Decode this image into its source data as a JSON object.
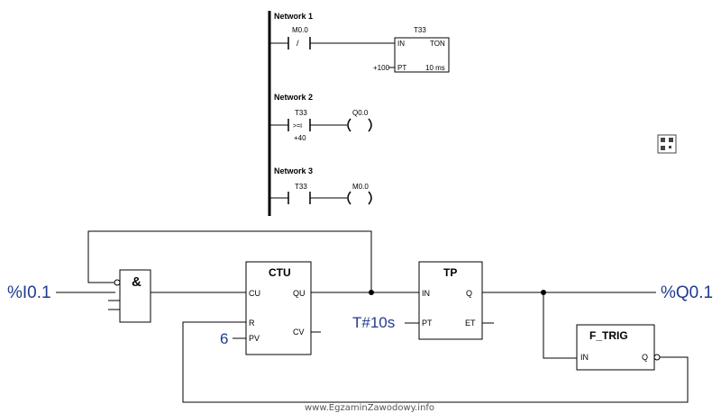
{
  "ladder": {
    "network1": {
      "title": "Network 1",
      "contact_addr": "M0.0",
      "contact_symbol": "/",
      "timer_name": "T33",
      "timer_in": "IN",
      "timer_type": "TON",
      "preset_value": "+100",
      "preset_pin": "PT",
      "resolution": "10 ms"
    },
    "network2": {
      "title": "Network 2",
      "compare_addr": "T33",
      "compare_symbol": ">=I",
      "compare_value": "+40",
      "coil_addr": "Q0.0"
    },
    "network3": {
      "title": "Network 3",
      "contact_addr": "T33",
      "coil_addr": "M0.0"
    }
  },
  "fbd": {
    "input_label": "%I0.1",
    "and_block": {
      "label": "&"
    },
    "ctu_block": {
      "title": "CTU",
      "pin_cu": "CU",
      "pin_qu": "QU",
      "pin_r": "R",
      "pin_pv": "PV",
      "pin_cv": "CV",
      "pv_value": "6"
    },
    "tp_block": {
      "title": "TP",
      "pin_in": "IN",
      "pin_q": "Q",
      "pin_pt": "PT",
      "pin_et": "ET",
      "pt_value": "T#10s"
    },
    "ftrig_block": {
      "title": "F_TRIG",
      "pin_in": "IN",
      "pin_q": "Q"
    },
    "output_label": "%Q0.1"
  },
  "watermark": "www.EgzaminZawodowy.info",
  "colors": {
    "line": "#000000",
    "io_text": "#1f3b8f"
  }
}
